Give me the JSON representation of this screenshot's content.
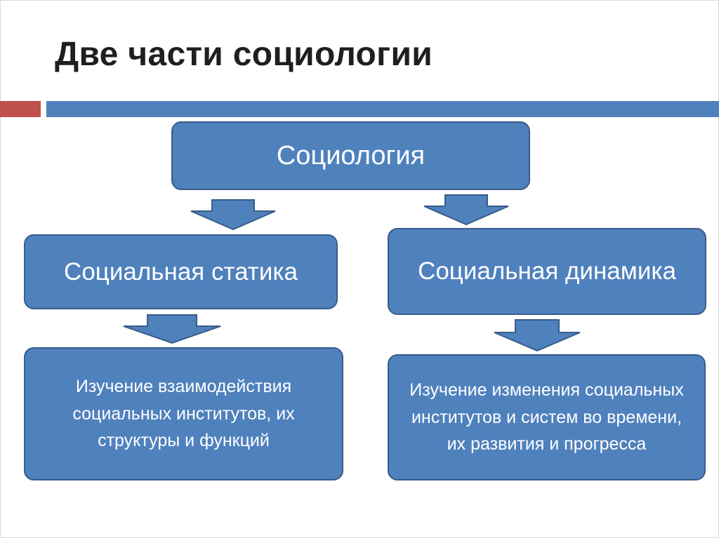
{
  "title": "Две части социологии",
  "colors": {
    "box_fill": "#4f81bd",
    "box_border": "#385d8a",
    "accent_red": "#c0504d",
    "accent_blue": "#4f81bd",
    "title_text": "#1f1f1f"
  },
  "diagram": {
    "root": {
      "label": "Социология"
    },
    "branches": [
      {
        "label": "Социальная статика",
        "description": "Изучение взаимодействия социальных институтов, их структуры и функций"
      },
      {
        "label": "Социальная динамика",
        "description": "Изучение изменения социальных институтов и систем во времени, их развития и прогресса"
      }
    ]
  }
}
